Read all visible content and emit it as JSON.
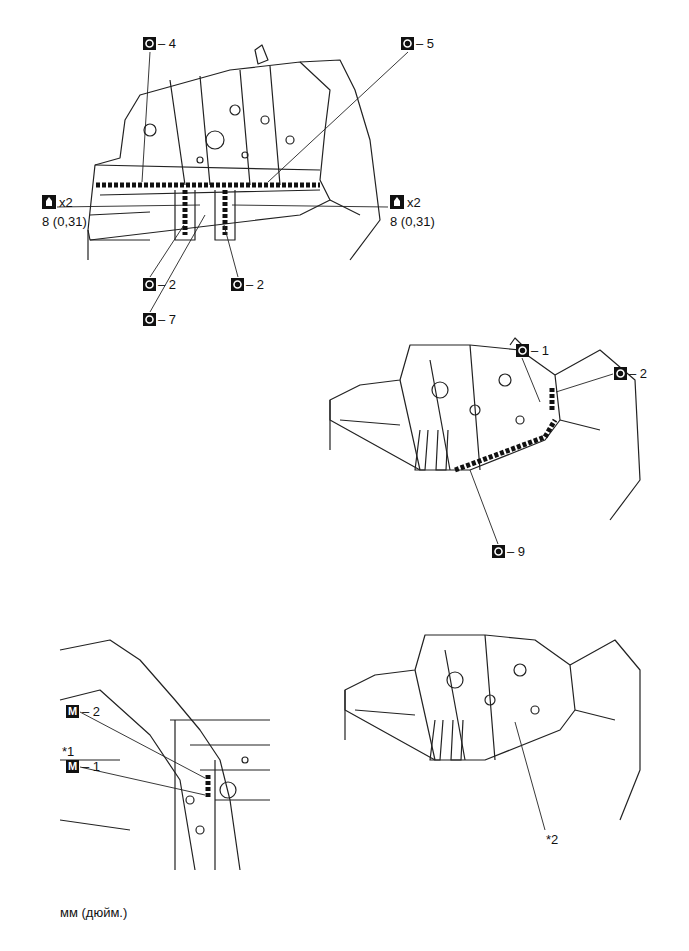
{
  "diagram": {
    "labels": [
      "– 4",
      "– 5",
      "x2",
      "8 (0,31)",
      "x2",
      "8 (0,31)",
      "– 2",
      "– 2",
      "– 7",
      "– 1",
      "– 2",
      "– 9",
      "M",
      "– 2",
      "*1",
      "M",
      "– 1",
      "*2",
      "мм (дюйм.)"
    ]
  }
}
